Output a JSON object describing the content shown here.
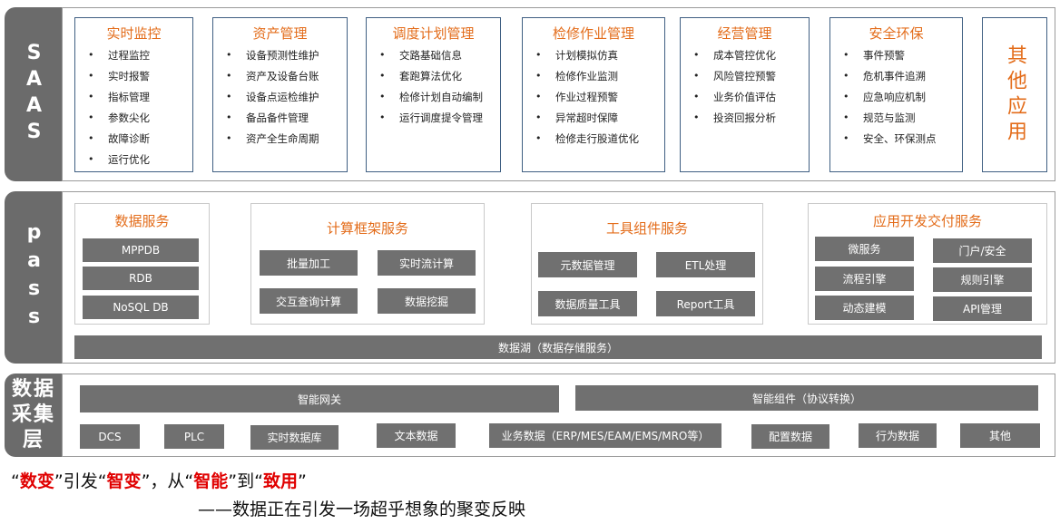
{
  "layers": {
    "saas": "SAAS",
    "pass": "pass",
    "collect": "数据采集层"
  },
  "saas_modules": [
    {
      "title": "实时监控",
      "items": [
        "过程监控",
        "实时报警",
        "指标管理",
        "参数尖化",
        "故障诊断",
        "运行优化"
      ]
    },
    {
      "title": "资产管理",
      "items": [
        "设备预测性维护",
        "资产及设备台账",
        "设备点运检维护",
        "备品备件管理",
        "资产全生命周期"
      ]
    },
    {
      "title": "调度计划管理",
      "items": [
        "交路基础信息",
        "套跑算法优化",
        "检修计划自动编制",
        "运行调度提令管理"
      ]
    },
    {
      "title": "检修作业管理",
      "items": [
        "计划模拟仿真",
        "检修作业监测",
        "作业过程预警",
        "异常超时保障",
        "检修走行股道优化"
      ]
    },
    {
      "title": "经营管理",
      "items": [
        "成本管控优化",
        "风险管控预警",
        "业务价值评估",
        "投资回报分析"
      ]
    },
    {
      "title": "安全环保",
      "items": [
        "事件预警",
        "危机事件追溯",
        "应急响应机制",
        "规范与监测",
        "安全、环保测点"
      ]
    }
  ],
  "saas_other": "其他应用",
  "pass_services": {
    "data": {
      "title": "数据服务",
      "items": [
        "MPPDB",
        "RDB",
        "NoSQL DB"
      ]
    },
    "compute": {
      "title": "计算框架服务",
      "items": [
        "批量加工",
        "实时流计算",
        "交互查询计算",
        "数据挖掘"
      ]
    },
    "tools": {
      "title": "工具组件服务",
      "items": [
        "元数据管理",
        "ETL处理",
        "数据质量工具",
        "Report工具"
      ]
    },
    "app": {
      "title": "应用开发交付服务",
      "items": [
        "微服务",
        "门户/安全",
        "流程引擎",
        "规则引擎",
        "动态建模",
        "API管理"
      ]
    }
  },
  "data_lake": "数据湖（数据存储服务）",
  "collect": {
    "gateway": "智能网关",
    "component": "智能组件（协议转换）",
    "sources": [
      "DCS",
      "PLC",
      "实时数据库",
      "文本数据",
      "业务数据（ERP/MES/EAM/EMS/MRO等）",
      "配置数据",
      "行为数据",
      "其他"
    ]
  },
  "caption": {
    "q1": "“",
    "w1": "数变",
    "m1": "”引发“",
    "w2": "智变",
    "m2": "”，从“",
    "w3": "智能",
    "m3": "”到“",
    "w4": "致用",
    "q2": "”",
    "line2": "——数据正在引发一场超乎想象的聚变反映"
  },
  "colors": {
    "accent": "#e36c1a",
    "gray_block": "#707070",
    "emphasis": "#e00000",
    "border_blue": "#3f5f82"
  }
}
